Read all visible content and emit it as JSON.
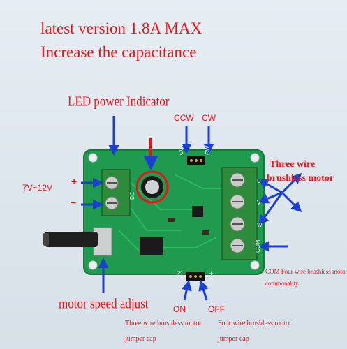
{
  "headline": {
    "line1": "latest version 1.8A MAX",
    "line2": "Increase the capacitance"
  },
  "labels": {
    "led": "LED power Indicator",
    "ccw": "CCW",
    "cw": "CW",
    "three_wire_1": "Three wire",
    "three_wire_2": "brushless motor",
    "voltage": "7V~12V",
    "plus": "+",
    "minus": "−",
    "speed": "motor speed adjust",
    "on": "ON",
    "off": "OFF",
    "com_1": "COM Four wire brushless motor",
    "com_2": "commonality",
    "jumper3_1": "Three wire brushless motor",
    "jumper3_2": "jumper cap",
    "jumper4_1": "Four wire brushless motor",
    "jumper4_2": "jumper cap"
  },
  "board_silk": {
    "ccw": "CCW",
    "cw": "CW",
    "on": "ON",
    "off": "OFF",
    "com": "COM",
    "dc": "DC",
    "pin_u": "U",
    "pin_v": "V",
    "pin_w": "W"
  },
  "colors": {
    "headline": "#e3161b",
    "arrow": "#1b3fd1",
    "pcb": "#1f9a4f",
    "terminal": "#2e8b3b"
  }
}
